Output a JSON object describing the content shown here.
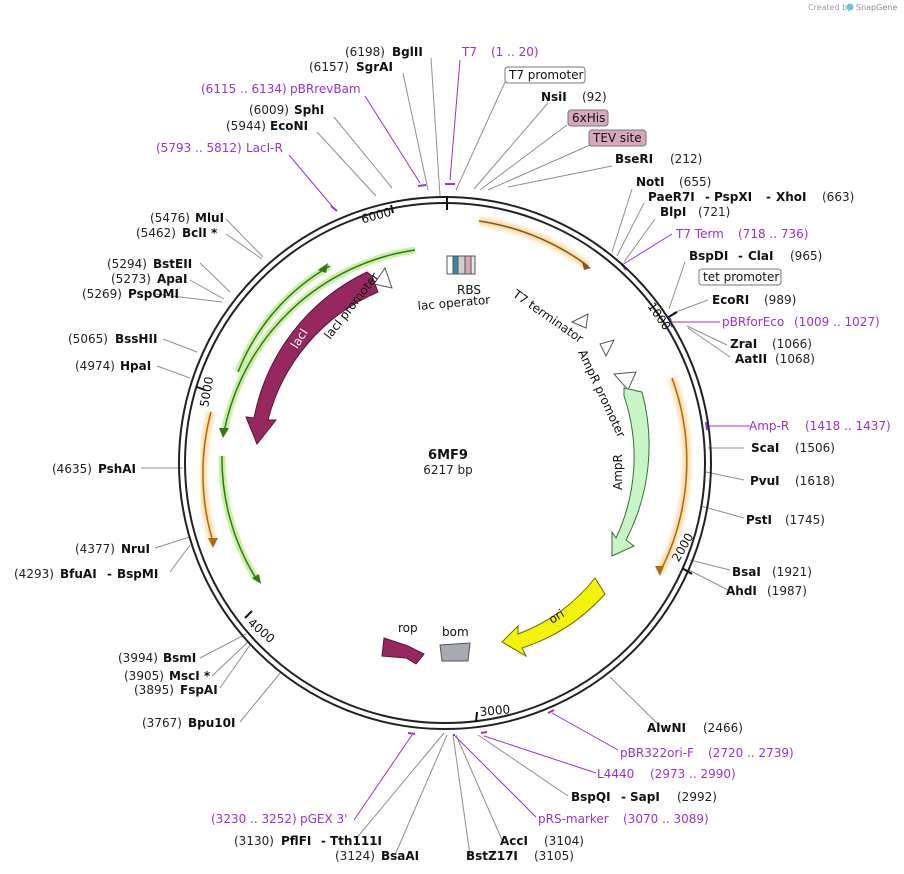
{
  "plasmid": {
    "name": "6MF9",
    "length": "6217 bp"
  },
  "credit": {
    "prefix": "Created by",
    "brand": "SnapGene"
  },
  "ticks": [
    "1000",
    "2000",
    "3000",
    "4000",
    "5000",
    "6000"
  ],
  "features": {
    "lacI": "lacI",
    "lacI_promoter": "lacI promoter",
    "lac_operator": "lac operator",
    "rbs": "RBS",
    "t7_terminator": "T7 terminator",
    "ampr_promoter": "AmpR promoter",
    "ampr": "AmpR",
    "ori": "ori",
    "rop": "rop",
    "bom": "bom"
  },
  "boxed_features": {
    "t7_promoter": "T7 promoter",
    "his6": "6xHis",
    "tev_site": "TEV site",
    "tet_promoter": "tet promoter"
  },
  "enzymes": [
    {
      "id": "bglii",
      "num": "(6198)",
      "name": "BglII"
    },
    {
      "id": "sgrai",
      "num": "(6157)",
      "name": "SgrAI"
    },
    {
      "id": "nsii",
      "num": "(92)",
      "name": "NsiI"
    },
    {
      "id": "bseri",
      "num": "(212)",
      "name": "BseRI"
    },
    {
      "id": "noti",
      "num": "(655)",
      "name": "NotI"
    },
    {
      "id": "paer7i",
      "num": "(663)",
      "name": "PaeR7I",
      "name2": "PspXI",
      "name3": "XhoI"
    },
    {
      "id": "blpi",
      "num": "(721)",
      "name": "BlpI"
    },
    {
      "id": "bspdi",
      "num": "(965)",
      "name": "BspDI",
      "name2": "ClaI"
    },
    {
      "id": "ecori",
      "num": "(989)",
      "name": "EcoRI"
    },
    {
      "id": "zrai",
      "num": "(1066)",
      "name": "ZraI"
    },
    {
      "id": "aatii",
      "num": "(1068)",
      "name": "AatII"
    },
    {
      "id": "scai",
      "num": "(1506)",
      "name": "ScaI"
    },
    {
      "id": "pvui",
      "num": "(1618)",
      "name": "PvuI"
    },
    {
      "id": "psti",
      "num": "(1745)",
      "name": "PstI"
    },
    {
      "id": "bsai",
      "num": "(1921)",
      "name": "BsaI"
    },
    {
      "id": "ahdi",
      "num": "(1987)",
      "name": "AhdI"
    },
    {
      "id": "alwni",
      "num": "(2466)",
      "name": "AlwNI"
    },
    {
      "id": "bspqi",
      "num": "(2992)",
      "name": "BspQI",
      "name2": "SapI"
    },
    {
      "id": "acci",
      "num": "(3104)",
      "name": "AccI"
    },
    {
      "id": "bstz17i",
      "num": "(3105)",
      "name": "BstZ17I"
    },
    {
      "id": "bsaai",
      "num": "(3124)",
      "name": "BsaAI"
    },
    {
      "id": "pflfi",
      "num": "(3130)",
      "name": "PflFI",
      "name2": "Tth111I"
    },
    {
      "id": "bpu10i",
      "num": "(3767)",
      "name": "Bpu10I"
    },
    {
      "id": "fspai",
      "num": "(3895)",
      "name": "FspAI"
    },
    {
      "id": "msci",
      "num": "(3905)",
      "name": "MscI *"
    },
    {
      "id": "bsmi",
      "num": "(3994)",
      "name": "BsmI"
    },
    {
      "id": "bfuai",
      "num": "(4293)",
      "name": "BfuAI",
      "name2": "BspMI"
    },
    {
      "id": "srui",
      "num": "(4377)",
      "name": "NruI"
    },
    {
      "id": "pshai",
      "num": "(4635)",
      "name": "PshAI"
    },
    {
      "id": "hpai",
      "num": "(4974)",
      "name": "HpaI"
    },
    {
      "id": "bsshii",
      "num": "(5065)",
      "name": "BssHII"
    },
    {
      "id": "pspomi",
      "num": "(5269)",
      "name": "PspOMI"
    },
    {
      "id": "apai",
      "num": "(5273)",
      "name": "ApaI"
    },
    {
      "id": "bsteii",
      "num": "(5294)",
      "name": "BstEII"
    },
    {
      "id": "bcli",
      "num": "(5462)",
      "name": "BclI *"
    },
    {
      "id": "mlui",
      "num": "(5476)",
      "name": "MluI"
    },
    {
      "id": "ecoNI",
      "num": "(5944)",
      "name": "EcoNI"
    },
    {
      "id": "sphi",
      "num": "(6009)",
      "name": "SphI"
    }
  ],
  "primers": [
    {
      "id": "t7",
      "name": "T7",
      "range": "(1 .. 20)"
    },
    {
      "id": "pbrrevbam",
      "name": "pBRrevBam",
      "range": "(6115 .. 6134)"
    },
    {
      "id": "lacir",
      "name": "LacI-R",
      "range": "(5793 .. 5812)"
    },
    {
      "id": "t7term",
      "name": "T7 Term",
      "range": "(718 .. 736)"
    },
    {
      "id": "pbrforeco",
      "name": "pBRforEco",
      "range": "(1009 .. 1027)"
    },
    {
      "id": "ampr",
      "name": "Amp-R",
      "range": "(1418 .. 1437)"
    },
    {
      "id": "pbr322ori",
      "name": "pBR322ori-F",
      "range": "(2720 .. 2739)"
    },
    {
      "id": "l4440",
      "name": "L4440",
      "range": "(2973 .. 2990)"
    },
    {
      "id": "prsmarker",
      "name": "pRS-marker",
      "range": "(3070 .. 3089)"
    },
    {
      "id": "pgex3",
      "name": "pGEX 3'",
      "range": "(3230 .. 3252)"
    }
  ],
  "colors": {
    "backbone": "#222222",
    "enzyme_line": "#888888",
    "primer": "#9b30d9",
    "lacI": "#96285f",
    "ampr_fill": "#c8f5c8",
    "ori": "#f2f20a",
    "bom": "#a7aab0",
    "orf_orange": "#e69a1e",
    "orf_green": "#3a8a1a",
    "box_pink": "#d9a7bd"
  }
}
